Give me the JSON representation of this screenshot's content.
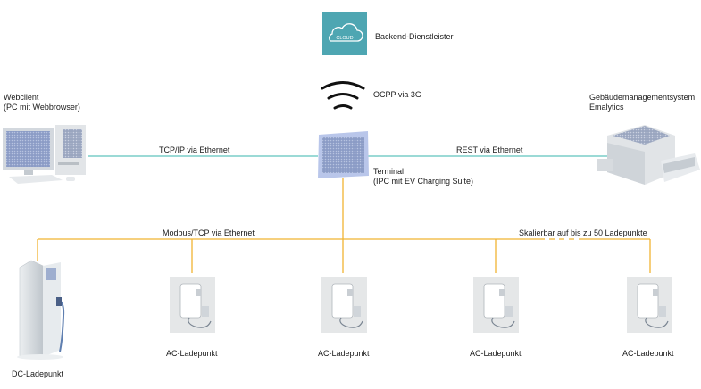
{
  "colors": {
    "teal_line": "#5fc3bd",
    "bus_line": "#f0b432",
    "cloud_box": "#4ea6b2",
    "device_body": "#d9dde0"
  },
  "backend": {
    "icon_text": "CLOUD",
    "label": "Backend-Dienstleister"
  },
  "ocpp": {
    "label": "OCPP via 3G",
    "icon": "wifi-signal-icon"
  },
  "webclient": {
    "title": "Webclient",
    "subtitle": "(PC mit Webbrowser)"
  },
  "bms": {
    "title": "Gebäudemanagementsystem",
    "subtitle": "Emalytics"
  },
  "links": {
    "tcp": "TCP/IP via Ethernet",
    "rest": "REST via Ethernet",
    "modbus": "Modbus/TCP via Ethernet",
    "scale": "Skalierbar auf bis zu 50 Ladepunkte"
  },
  "terminal": {
    "title": "Terminal",
    "subtitle": "(IPC mit EV Charging Suite)"
  },
  "chargers": {
    "dc": "DC-Ladepunkt",
    "ac": [
      "AC-Ladepunkt",
      "AC-Ladepunkt",
      "AC-Ladepunkt",
      "AC-Ladepunkt"
    ]
  }
}
